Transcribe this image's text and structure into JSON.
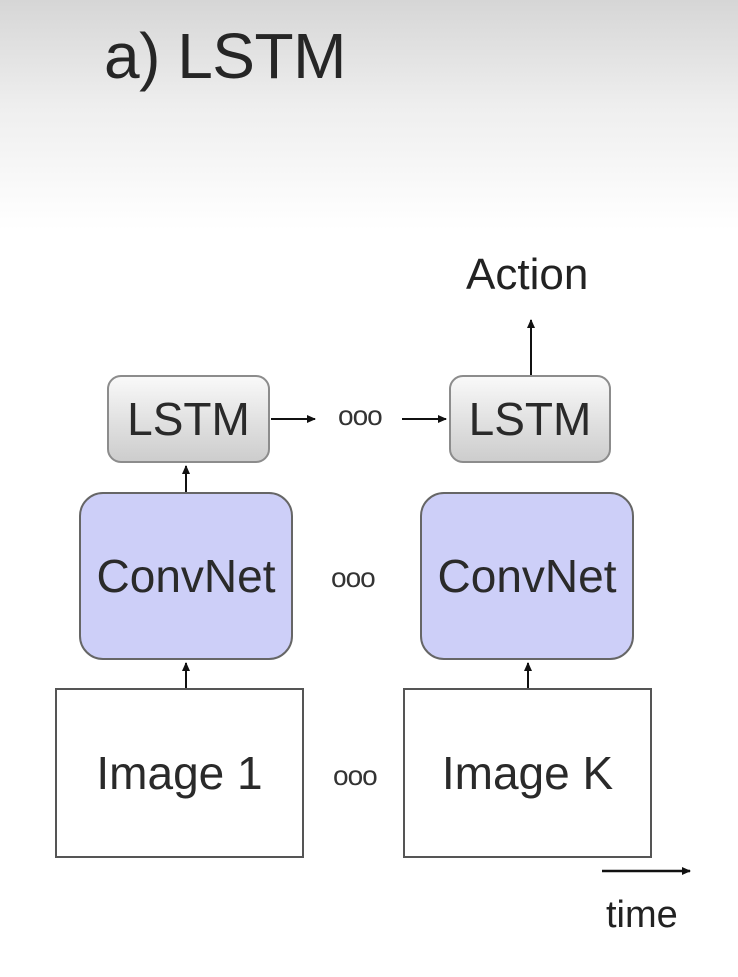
{
  "title": "a) LSTM",
  "diagram": {
    "lstm_left": "LSTM",
    "lstm_right": "LSTM",
    "convnet_left": "ConvNet",
    "convnet_right": "ConvNet",
    "image_left": "Image 1",
    "image_right": "Image K",
    "ellipsis": "ooo",
    "output_label": "Action",
    "time_label": "time"
  },
  "colors": {
    "convnet_fill": "#cdcff8",
    "lstm_fill": "#dedede",
    "arrow": "#111111"
  }
}
